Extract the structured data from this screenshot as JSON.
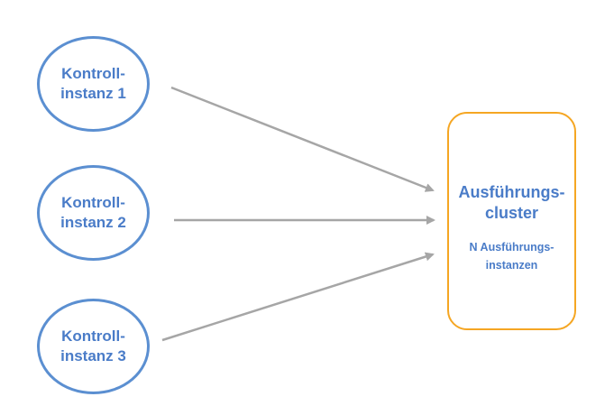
{
  "diagram": {
    "sources": [
      {
        "id": "k1",
        "label": "Kontroll-\ninstanz 1"
      },
      {
        "id": "k2",
        "label": "Kontroll-\ninstanz 2"
      },
      {
        "id": "k3",
        "label": "Kontroll-\ninstanz 3"
      }
    ],
    "target": {
      "title": "Ausführungs-\ncluster",
      "subtitle": "N Ausführungs-\ninstanzen"
    },
    "edges": [
      {
        "from": "k1",
        "to": "cluster"
      },
      {
        "from": "k2",
        "to": "cluster"
      },
      {
        "from": "k3",
        "to": "cluster"
      }
    ],
    "colors": {
      "circle_border": "#5b8fd1",
      "text": "#4a7cc8",
      "cluster_border": "#f5a623",
      "arrow": "#a6a6a6"
    }
  }
}
